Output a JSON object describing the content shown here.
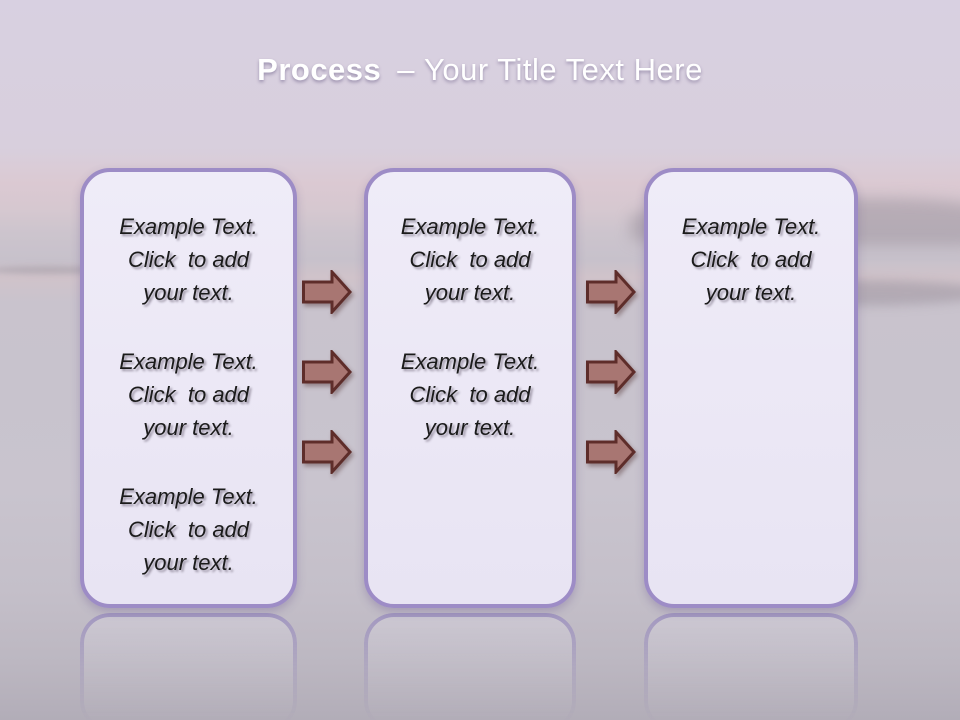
{
  "slide": {
    "title": {
      "keyword": "Process",
      "separator": "–",
      "subtitle": "Your Title Text Here"
    },
    "boxes": [
      {
        "paragraphs": [
          "Example Text.\nClick  to add\nyour text.",
          "Example Text.\nClick  to add\nyour text.",
          "Example Text.\nClick  to add\nyour text."
        ]
      },
      {
        "paragraphs": [
          "Example Text.\nClick  to add\nyour text.",
          "Example Text.\nClick  to add\nyour text."
        ]
      },
      {
        "paragraphs": [
          "Example Text.\nClick  to add\nyour text."
        ]
      }
    ],
    "arrow_columns": [
      {
        "position": "between-box-1-and-2",
        "arrow_count": 3
      },
      {
        "position": "between-box-2-and-3",
        "arrow_count": 3
      }
    ],
    "colors": {
      "header_purple": "#7161b1",
      "header_purple_dark": "#59489e",
      "box_fill": "#ebe7f5",
      "box_border": "#9d8cc6",
      "arrow_fill": "#a87672",
      "arrow_outline": "#5e2d2a",
      "title_text": "#ffffff",
      "body_text": "#1b1b1b"
    }
  }
}
